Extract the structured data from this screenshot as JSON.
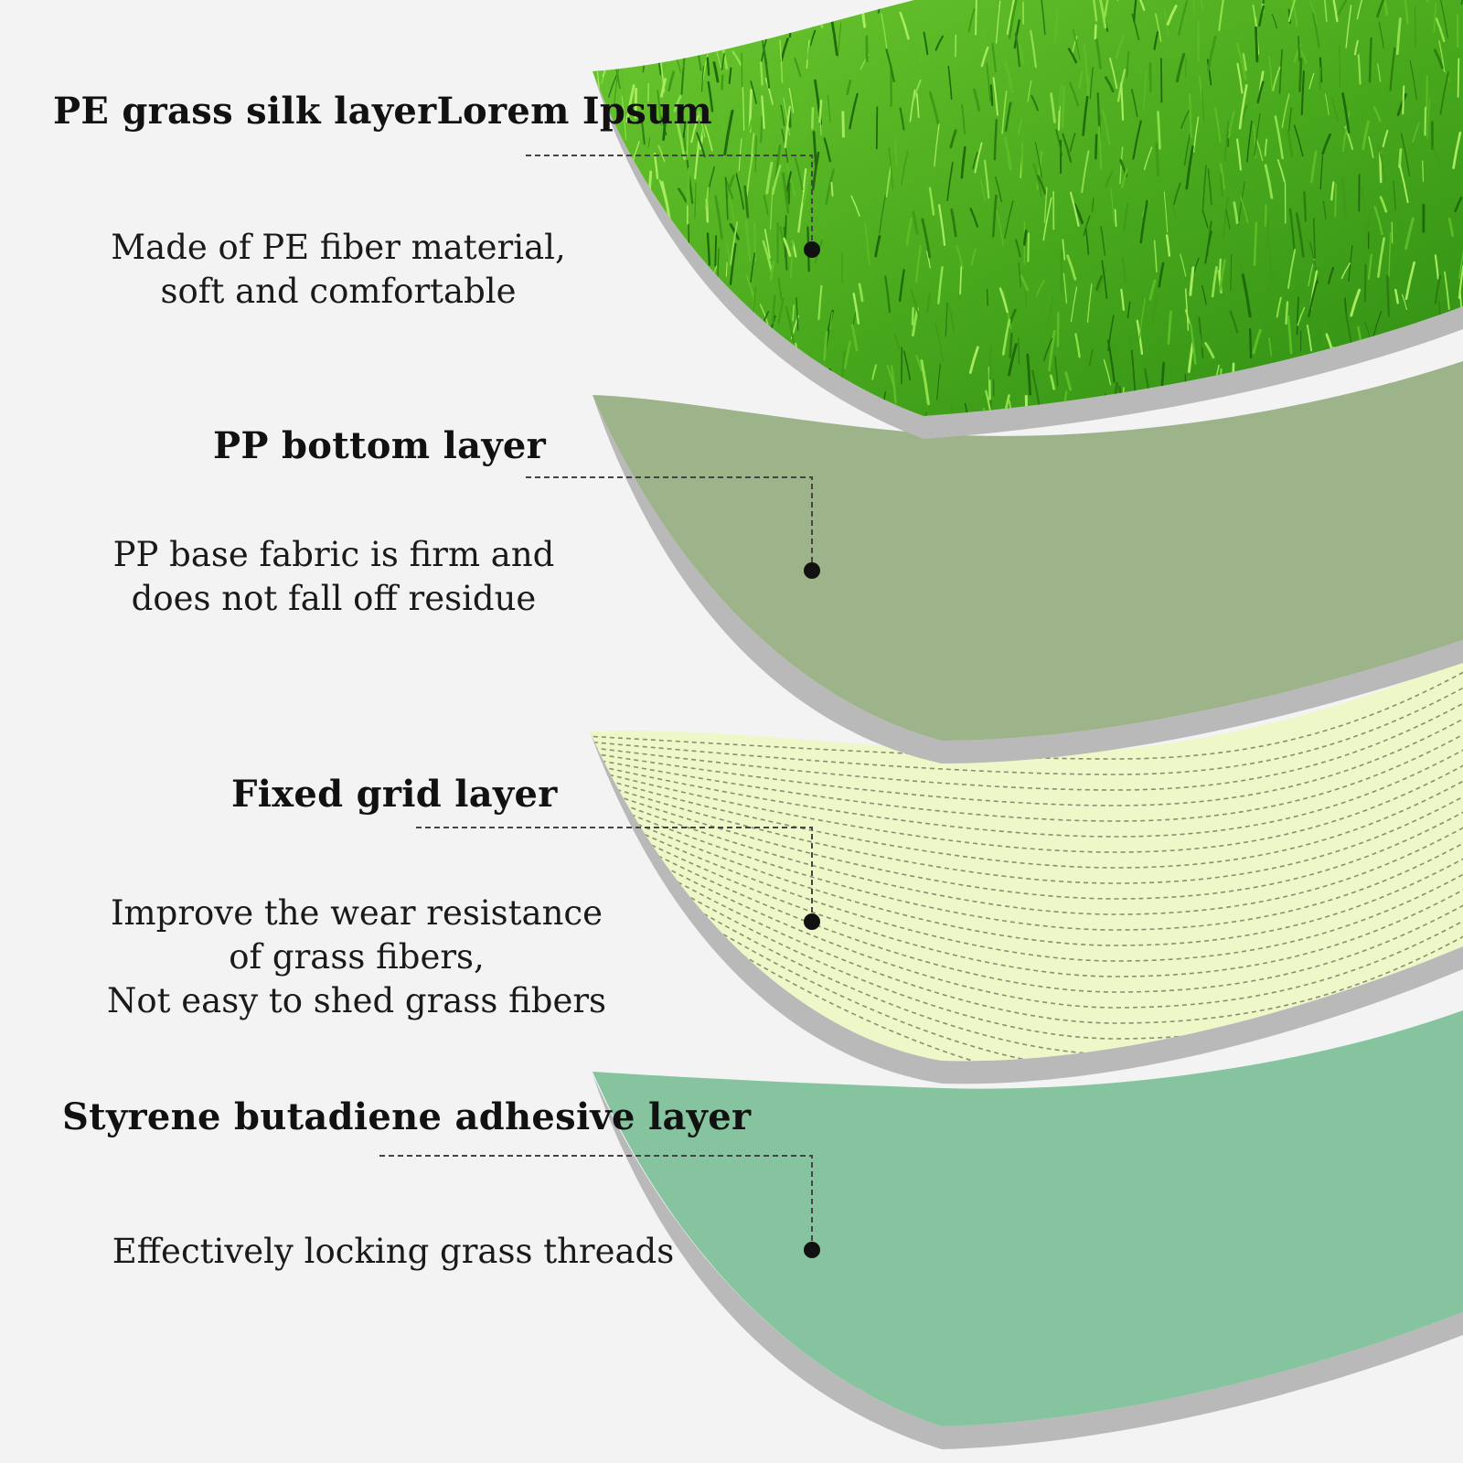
{
  "layers": [
    {
      "title": "PE grass silk layerLorem Ipsum",
      "description": [
        "Made of PE fiber material,",
        "soft and comfortable"
      ],
      "color": "#4fae1e"
    },
    {
      "title": "PP bottom layer",
      "description": [
        "PP base fabric is firm and",
        "does not fall off residue"
      ],
      "color": "#9db38a"
    },
    {
      "title": "Fixed grid layer",
      "description": [
        "Improve the wear resistance",
        "of grass fibers,",
        "Not easy to shed grass fibers"
      ],
      "color": "#eef7c7"
    },
    {
      "title": "Styrene butadiene adhesive layer",
      "description": [
        "Effectively locking grass threads"
      ],
      "color": "#86c49f"
    }
  ],
  "colors": {
    "background": "#f3f3f3",
    "layer_edge": "#b9b9b9",
    "leader_line": "#444444"
  }
}
